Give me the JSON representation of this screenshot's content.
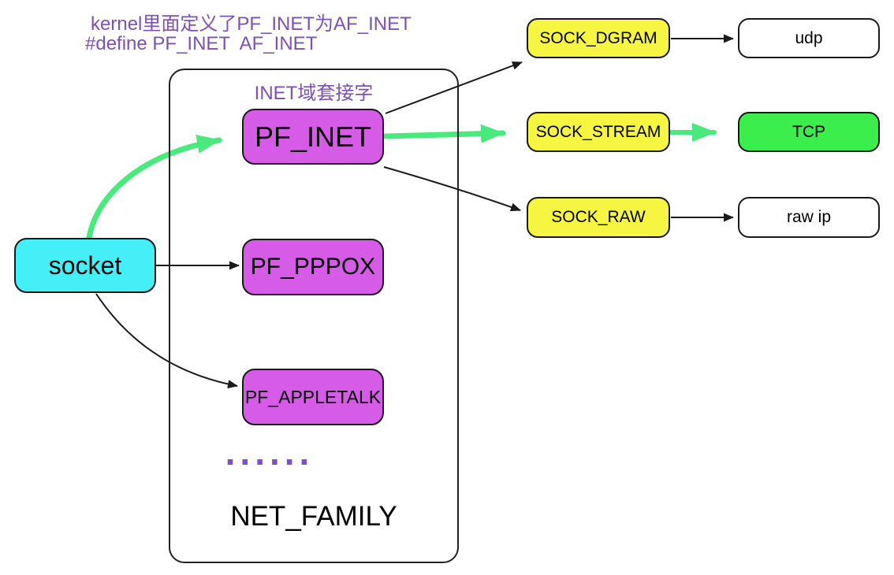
{
  "annotation": {
    "line1": "kernel里面定义了PF_INET为AF_INET",
    "line2": "#define PF_INET  AF_INET"
  },
  "container": {
    "label": "INET域套接字",
    "dots": "......",
    "title": "NET_FAMILY"
  },
  "nodes": {
    "socket": "socket",
    "pf_inet": "PF_INET",
    "pf_pppox": "PF_PPPOX",
    "pf_appletalk": "PF_APPLETALK",
    "sock_dgram": "SOCK_DGRAM",
    "sock_stream": "SOCK_STREAM",
    "sock_raw": "SOCK_RAW",
    "udp": "udp",
    "tcp": "TCP",
    "raw_ip": "raw ip"
  },
  "edges": [
    {
      "from": "socket",
      "to": "pf_inet",
      "color": "green",
      "thick": true
    },
    {
      "from": "socket",
      "to": "pf_pppox",
      "color": "black",
      "thick": false
    },
    {
      "from": "socket",
      "to": "pf_appletalk",
      "color": "black",
      "thick": false
    },
    {
      "from": "pf_inet",
      "to": "sock_dgram",
      "color": "black",
      "thick": false
    },
    {
      "from": "pf_inet",
      "to": "sock_stream",
      "color": "green",
      "thick": true
    },
    {
      "from": "pf_inet",
      "to": "sock_raw",
      "color": "black",
      "thick": false
    },
    {
      "from": "sock_dgram",
      "to": "udp",
      "color": "black",
      "thick": false
    },
    {
      "from": "sock_stream",
      "to": "tcp",
      "color": "green",
      "thick": true
    },
    {
      "from": "sock_raw",
      "to": "raw_ip",
      "color": "black",
      "thick": false
    }
  ],
  "colors": {
    "socket_fill": "#45EFF7",
    "pf_fill": "#D65CE8",
    "sock_fill": "#F5F542",
    "tcp_fill": "#3BEE4C",
    "plain_fill": "#FFFFFF",
    "purple_text": "#7D50B8",
    "green_arrow": "#49E97E",
    "black_line": "#1a1a1a"
  }
}
